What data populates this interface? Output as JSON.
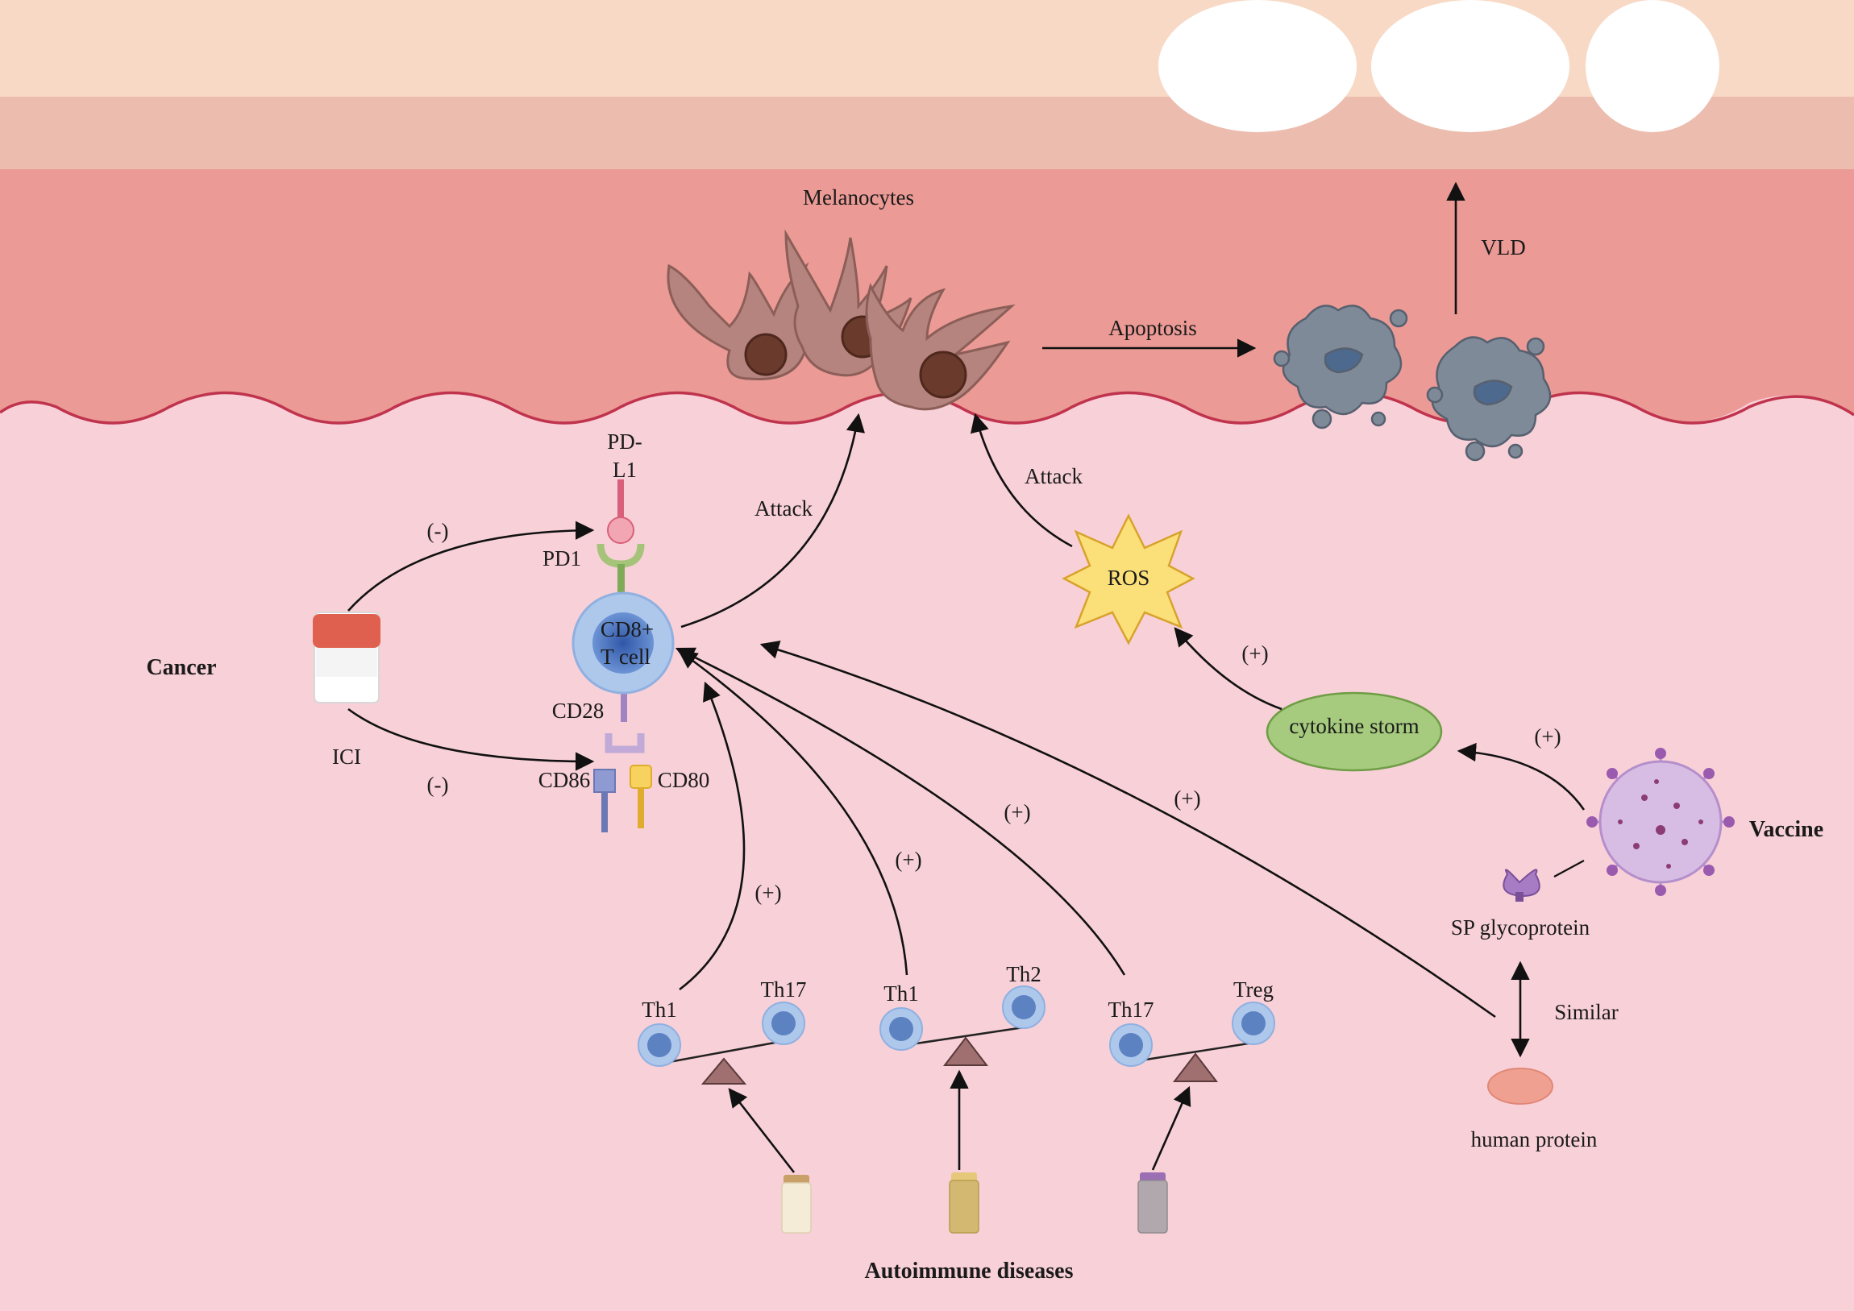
{
  "labels": {
    "melanocytes": "Melanocytes",
    "apoptosis": "Apoptosis",
    "vld": "VLD",
    "attack_left": "Attack",
    "attack_right": "Attack",
    "pd_l1_line1": "PD-",
    "pd_l1_line2": "L1",
    "pd1": "PD1",
    "cd8_line1": "CD8+",
    "cd8_line2": "T cell",
    "cd28": "CD28",
    "cd86": "CD86",
    "cd80": "CD80",
    "cancer": "Cancer",
    "ici": "ICI",
    "minus_top": "(-)",
    "minus_bottom": "(-)",
    "ros": "ROS",
    "cytokine_storm": "cytokine storm",
    "plus_ros": "(+)",
    "plus_vaccine": "(+)",
    "vaccine": "Vaccine",
    "sp_glycoprotein": "SP glycoprotein",
    "similar": "Similar",
    "human_protein": "human protein",
    "plus_human": "(+)",
    "plus_bal3": "(+)",
    "plus_bal2": "(+)",
    "plus_bal1": "(+)",
    "th1_a": "Th1",
    "th17_a": "Th17",
    "th1_b": "Th1",
    "th2_b": "Th2",
    "th17_c": "Th17",
    "treg_c": "Treg",
    "autoimmune": "Autoimmune diseases"
  },
  "colors": {
    "epidermis_top": "#f8d9c6",
    "epidermis_mid": "#ecbdae",
    "dermis": "#eb9a95",
    "background": "#f8d0d8",
    "wave": "#c0334d",
    "melanocyte": "#b6847e",
    "nucleus": "#6a3a2c",
    "apoptotic": "#7f8a99",
    "tcell_outer": "#aec8ec",
    "tcell_inner": "#5d82c2",
    "ros_fill": "#fbe07a",
    "storm_fill": "#a6cb7e",
    "virus": "#c9a6d8",
    "bottle_cap": "#e0604f"
  }
}
